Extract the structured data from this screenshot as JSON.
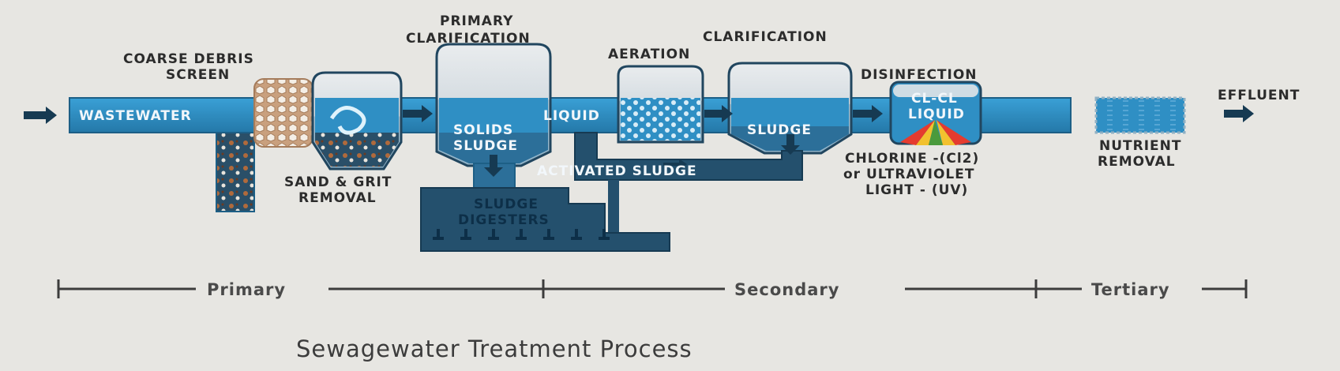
{
  "labels": {
    "wastewater": "WASTEWATER",
    "coarse_screen": [
      "COARSE DEBRIS",
      "SCREEN"
    ],
    "sand_grit": [
      "SAND & GRIT",
      "REMOVAL"
    ],
    "primary_clarification": [
      "PRIMARY",
      "CLARIFICATION"
    ],
    "solids_sludge": [
      "SOLIDS",
      "SLUDGE"
    ],
    "liquid_1": "LIQUID",
    "aeration": "AERATION",
    "clarification": "CLARIFICATION",
    "sludge": "SLUDGE",
    "disinfection": "DISINFECTION",
    "cl_cl": "CL-CL",
    "liquid_2": "LIQUID",
    "chlorine": [
      "CHLORINE -(Cl2)",
      "or ULTRAVIOLET",
      "LIGHT - (UV)"
    ],
    "activated_sludge": "ACTIVATED SLUDGE",
    "sludge_digesters": [
      "SLUDGE",
      "DIGESTERS"
    ],
    "nutrient_removal": [
      "NUTRIENT",
      "REMOVAL"
    ],
    "effluent": "EFFLUENT"
  },
  "stages": {
    "primary": "Primary",
    "secondary": "Secondary",
    "tertiary": "Tertiary"
  },
  "title": "Sewagewater Treatment Process",
  "colors": {
    "pipe": "#2f8fc4",
    "pipe_dark": "#1d5f86",
    "tank_water": "#b5cad7",
    "tank_air": "#dfe3e6",
    "digester": "#24506d",
    "background": "#e7e6e2"
  }
}
